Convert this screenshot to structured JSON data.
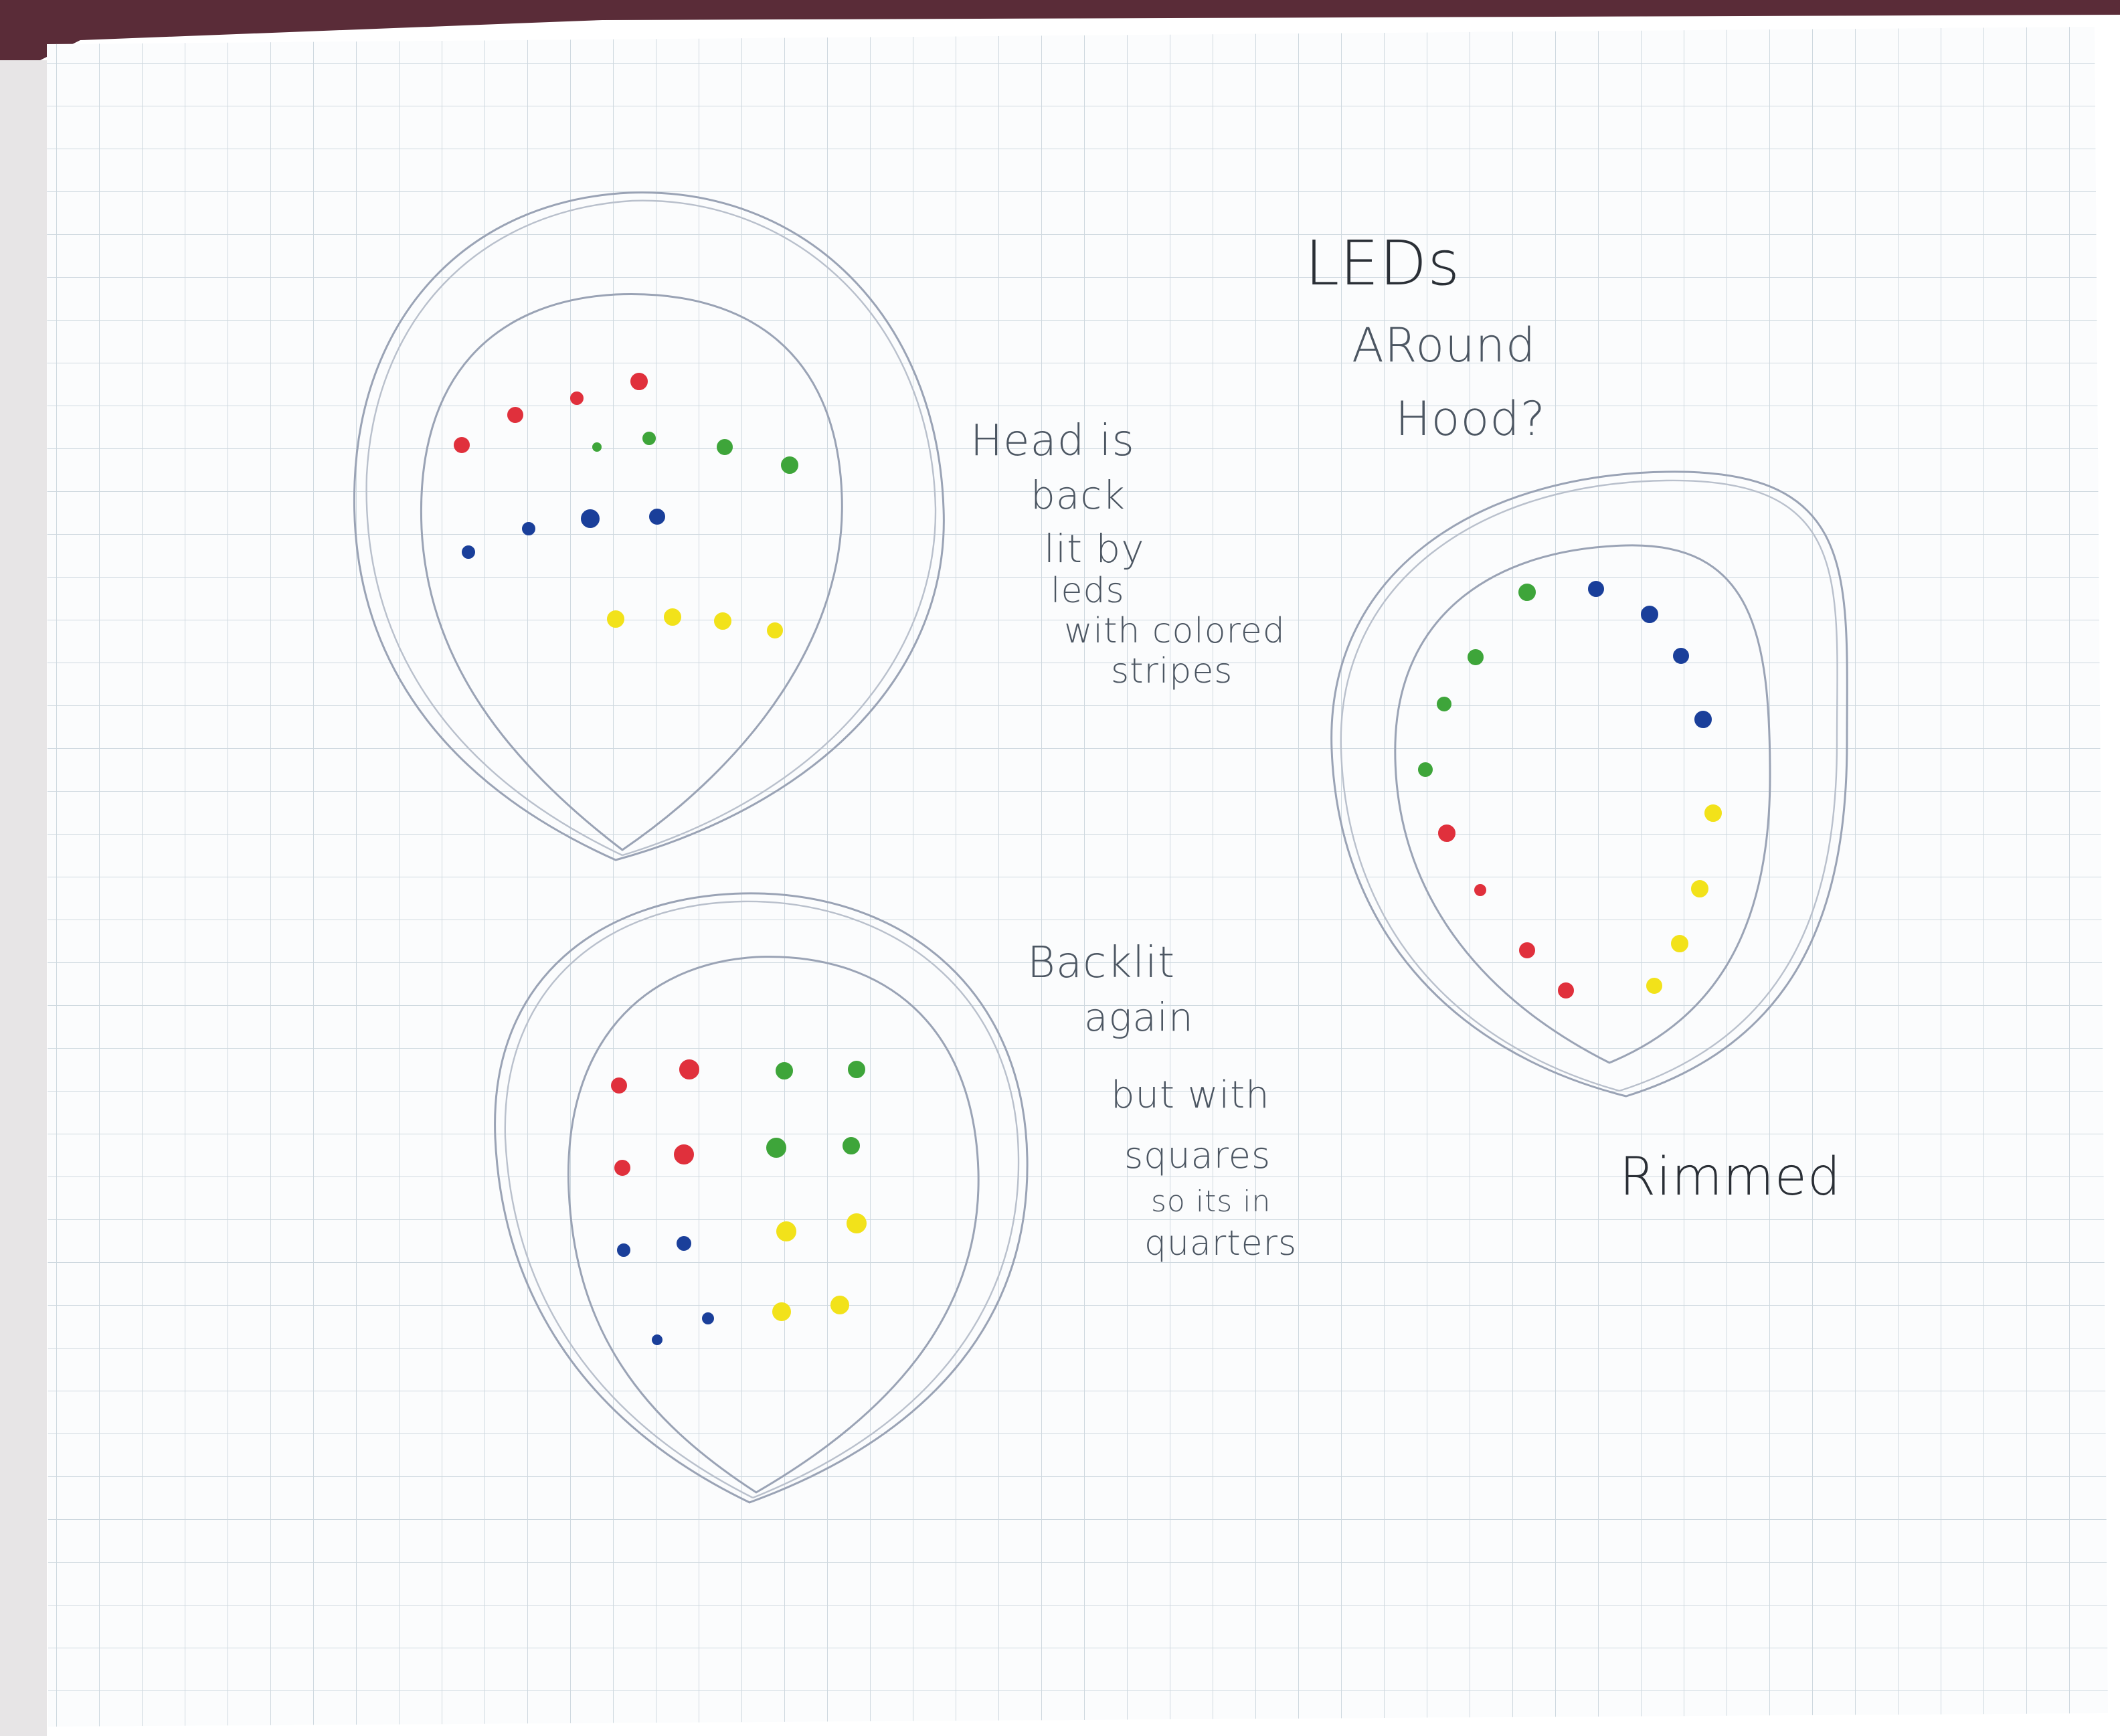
{
  "page": {
    "paper_color": "#fbfcfd",
    "grid_color": "#c9d4dc",
    "pencil_color": "#9aa3b5"
  },
  "led_colors": {
    "red": "#e0303c",
    "green": "#3ea53a",
    "blue": "#1a3f9a",
    "yellow": "#f2e21a"
  },
  "sketches": [
    {
      "id": "stripes",
      "caption_lines": [
        "Head is",
        "back",
        "lit by",
        "leds",
        "with colored",
        "stripes"
      ],
      "led_rows": [
        "red",
        "green",
        "blue",
        "yellow"
      ]
    },
    {
      "id": "quarters",
      "caption_lines": [
        "Backlit",
        "again",
        "but with",
        "squares",
        "so its in",
        "quarters"
      ],
      "led_quadrants": [
        "red",
        "green",
        "blue",
        "yellow"
      ]
    },
    {
      "id": "rimmed",
      "label": "Rimmed",
      "caption_lines": [
        "LEDs",
        "ARound",
        "Hood?"
      ],
      "led_ring": [
        "green",
        "blue",
        "yellow",
        "red"
      ]
    }
  ]
}
